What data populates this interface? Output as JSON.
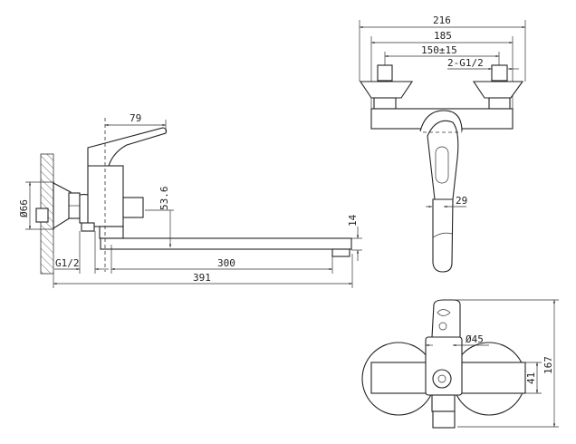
{
  "side_view": {
    "dim_lever": "79",
    "dim_height": "53.6",
    "dim_spout_thickness": "14",
    "dim_spout_length": "300",
    "dim_total_length": "391",
    "dim_diameter": "Ø66",
    "dim_thread": "G1/2"
  },
  "front_view": {
    "dim_total_width": "216",
    "dim_body_width": "185",
    "dim_center_distance": "150±15",
    "dim_inlets": "2-G1/2",
    "dim_spout_width": "29"
  },
  "top_view": {
    "dim_diameter": "Ø45",
    "dim_bar_height": "41",
    "dim_depth": "167"
  }
}
